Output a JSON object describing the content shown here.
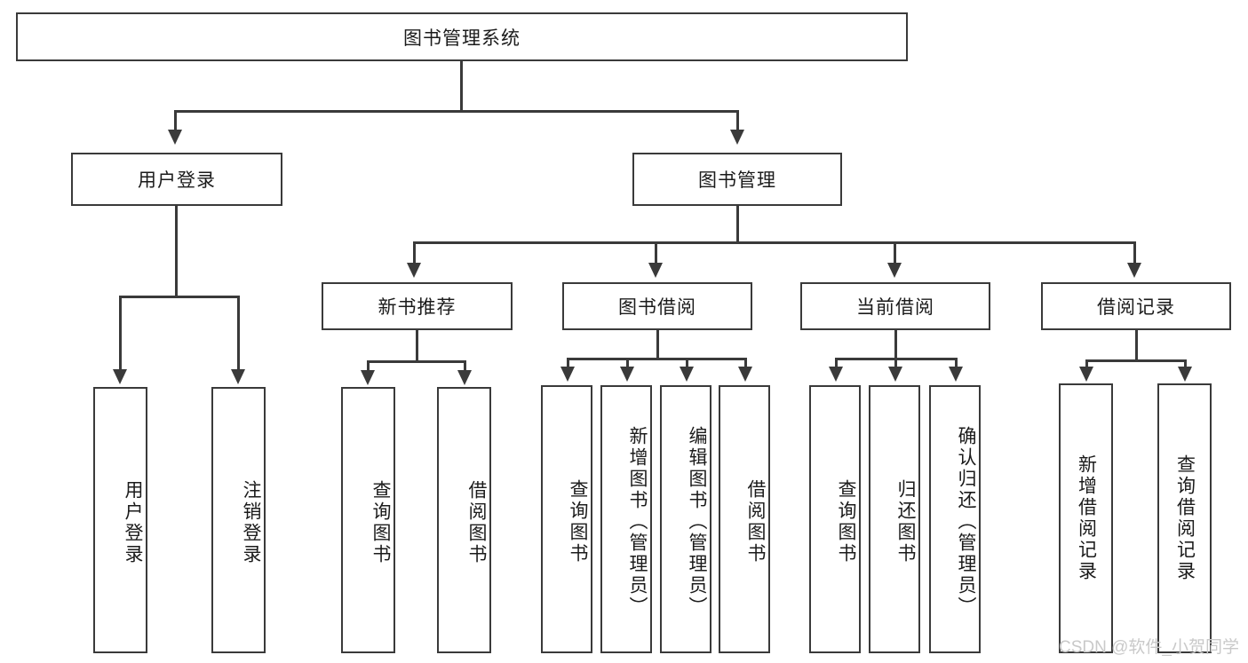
{
  "diagram": {
    "title": "图书管理系统",
    "type": "功能结构图",
    "root": {
      "label": "图书管理系统"
    },
    "level2": [
      {
        "label": "用户登录"
      },
      {
        "label": "图书管理"
      }
    ],
    "level3": [
      {
        "label": "新书推荐"
      },
      {
        "label": "图书借阅"
      },
      {
        "label": "当前借阅"
      },
      {
        "label": "借阅记录"
      }
    ],
    "leaves": {
      "user_login": [
        {
          "label": "用户登录"
        },
        {
          "label": "注销登录"
        }
      ],
      "new_book": [
        {
          "label": "查询图书"
        },
        {
          "label": "借阅图书"
        }
      ],
      "borrow_book": [
        {
          "label": "查询图书"
        },
        {
          "label": "新增图书（管理员）"
        },
        {
          "label": "编辑图书（管理员）"
        },
        {
          "label": "借阅图书"
        }
      ],
      "current_borrow": [
        {
          "label": "查询图书"
        },
        {
          "label": "归还图书"
        },
        {
          "label": "确认归还（管理员）"
        }
      ],
      "borrow_record": [
        {
          "label": "新增借阅记录"
        },
        {
          "label": "查询借阅记录"
        }
      ]
    }
  },
  "watermark": {
    "text": "CSDN @软件_小贺同学"
  },
  "colors": {
    "stroke": "#3a3a3a",
    "fill": "#ffffff",
    "text": "#1b1b1b",
    "watermark": "#c9c9c9"
  }
}
